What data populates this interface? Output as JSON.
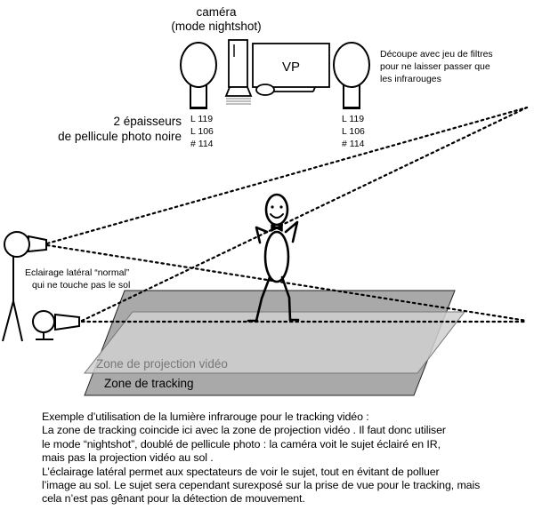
{
  "labels": {
    "camera_line1": "caméra",
    "camera_line2": "(mode nightshot)",
    "vp": "VP",
    "filters_line1": "Découpe avec jeu de filtres",
    "filters_line2": "pour ne laisser passer que",
    "filters_line3": "les infrarouges",
    "film_line1": "2 épaisseurs",
    "film_line2": "de pellicule photo noire",
    "filter_left": [
      "L 119",
      "L 106",
      "# 114"
    ],
    "filter_right": [
      "L 119",
      "L 106",
      "# 114"
    ],
    "lighting_line1": "Eclairage latéral “normal”",
    "lighting_line2": "qui ne touche pas le sol",
    "projection_zone": "Zone de projection vidéo",
    "tracking_zone": "Zone de tracking"
  },
  "caption": [
    "Exemple d’utilisation de la lumière infrarouge pour le tracking vidéo :",
    "La zone de tracking coincide ici avec la zone de projection vidéo .  Il faut donc utiliser",
    "le mode “nightshot”, doublé de pellicule photo : la caméra voit le sujet éclairé en IR,",
    "mais pas la projection vidéo au sol .",
    "L’éclairage latéral permet aux spectateurs de voir le sujet, tout en évitant de polluer",
    "l’image au sol. Le sujet sera cependant surexposé sur la prise de vue pour le tracking, mais",
    "cela n’est pas gênant pour la détection de mouvement."
  ],
  "colors": {
    "tracking_zone_fill": "#a9a9a9",
    "projection_zone_fill": "#d0d0d0"
  }
}
